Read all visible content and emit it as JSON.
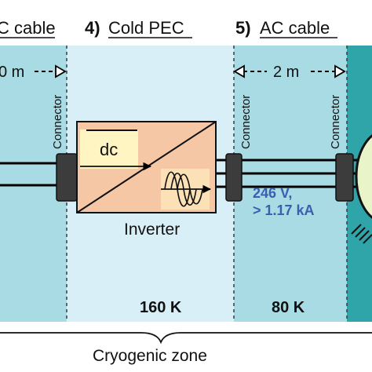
{
  "headers": {
    "dc_cable": "C cable",
    "cold_pec_num": "4)",
    "cold_pec_label": "Cold PEC",
    "ac_cable_num": "5)",
    "ac_cable_label": "AC cable"
  },
  "dimensions": {
    "left": "0 m",
    "right": "2 m"
  },
  "connectors": {
    "left": "Connector",
    "middle": "Connector",
    "right": "Connector"
  },
  "inverter": {
    "dc_label": "dc",
    "name": "Inverter"
  },
  "ac_rating": {
    "voltage": "246 V,",
    "current": "> 1.17 kA"
  },
  "temperatures": {
    "cold_pec": "160 K",
    "ac_cable": "80 K"
  },
  "zone_label": "Cryogenic zone",
  "colors": {
    "teal": "#a8dbe3",
    "light_blue": "#d9eff7",
    "ac_teal": "#9fd8e5",
    "inverter_fill": "#f5c7a5",
    "dc_box": "#fff5c2",
    "label_blue": "#3a5fb0",
    "motor_fill": "#e9f4c8"
  }
}
